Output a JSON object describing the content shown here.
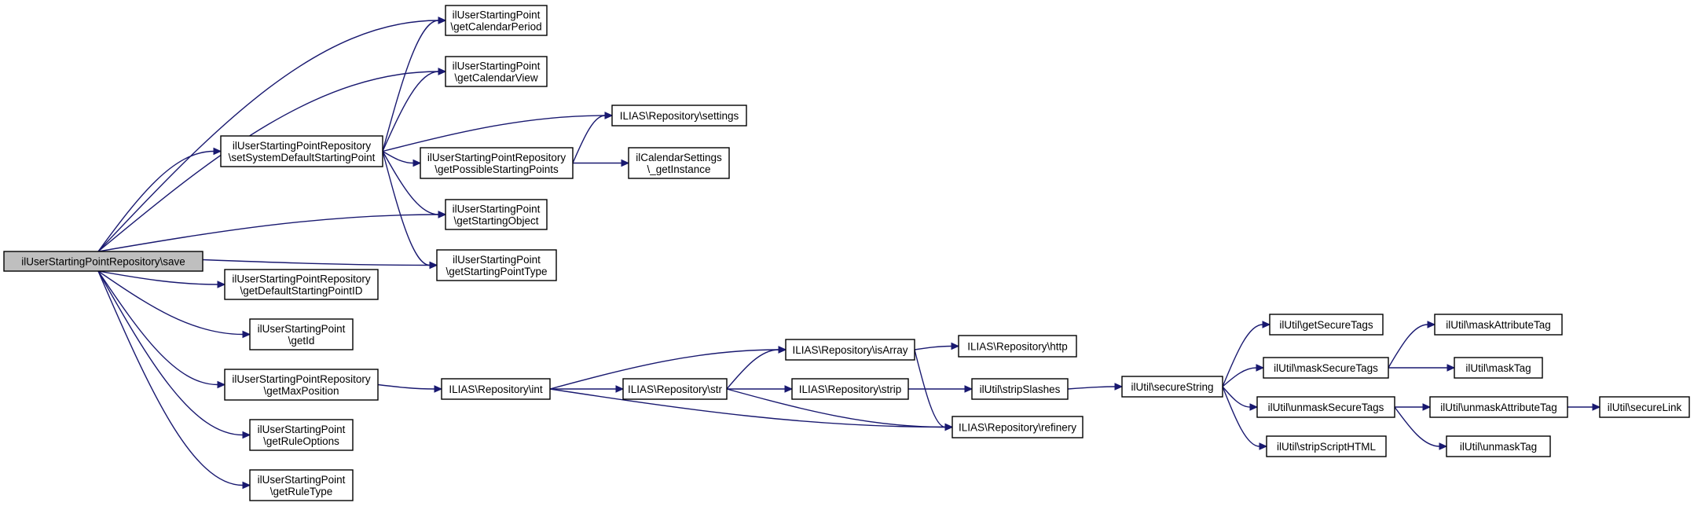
{
  "graph": {
    "edge_color": "#191970",
    "root_fill": "#bfbfbf",
    "nodes": [
      {
        "id": "save",
        "lines": [
          "ilUserStartingPointRepository\\save"
        ],
        "root": true
      },
      {
        "id": "getCalendarPeriod",
        "lines": [
          "ilUserStartingPoint",
          "\\getCalendarPeriod"
        ]
      },
      {
        "id": "getCalendarView",
        "lines": [
          "ilUserStartingPoint",
          "\\getCalendarView"
        ]
      },
      {
        "id": "setSystemDefault",
        "lines": [
          "ilUserStartingPointRepository",
          "\\setSystemDefaultStartingPoint"
        ]
      },
      {
        "id": "settings",
        "lines": [
          "ILIAS\\Repository\\settings"
        ]
      },
      {
        "id": "getPossible",
        "lines": [
          "ilUserStartingPointRepository",
          "\\getPossibleStartingPoints"
        ]
      },
      {
        "id": "calSettings",
        "lines": [
          "ilCalendarSettings",
          "\\_getInstance"
        ]
      },
      {
        "id": "getStartingObject",
        "lines": [
          "ilUserStartingPoint",
          "\\getStartingObject"
        ]
      },
      {
        "id": "getStartingPointType",
        "lines": [
          "ilUserStartingPoint",
          "\\getStartingPointType"
        ]
      },
      {
        "id": "getDefaultID",
        "lines": [
          "ilUserStartingPointRepository",
          "\\getDefaultStartingPointID"
        ]
      },
      {
        "id": "getId",
        "lines": [
          "ilUserStartingPoint",
          "\\getId"
        ]
      },
      {
        "id": "getMaxPosition",
        "lines": [
          "ilUserStartingPointRepository",
          "\\getMaxPosition"
        ]
      },
      {
        "id": "getRuleOptions",
        "lines": [
          "ilUserStartingPoint",
          "\\getRuleOptions"
        ]
      },
      {
        "id": "getRuleType",
        "lines": [
          "ilUserStartingPoint",
          "\\getRuleType"
        ]
      },
      {
        "id": "int",
        "lines": [
          "ILIAS\\Repository\\int"
        ]
      },
      {
        "id": "str",
        "lines": [
          "ILIAS\\Repository\\str"
        ]
      },
      {
        "id": "isArray",
        "lines": [
          "ILIAS\\Repository\\isArray"
        ]
      },
      {
        "id": "http",
        "lines": [
          "ILIAS\\Repository\\http"
        ]
      },
      {
        "id": "strip",
        "lines": [
          "ILIAS\\Repository\\strip"
        ]
      },
      {
        "id": "refinery",
        "lines": [
          "ILIAS\\Repository\\refinery"
        ]
      },
      {
        "id": "stripSlashes",
        "lines": [
          "ilUtil\\stripSlashes"
        ]
      },
      {
        "id": "secureString",
        "lines": [
          "ilUtil\\secureString"
        ]
      },
      {
        "id": "getSecureTags",
        "lines": [
          "ilUtil\\getSecureTags"
        ]
      },
      {
        "id": "maskSecureTags",
        "lines": [
          "ilUtil\\maskSecureTags"
        ]
      },
      {
        "id": "unmaskSecureTags",
        "lines": [
          "ilUtil\\unmaskSecureTags"
        ]
      },
      {
        "id": "stripScriptHTML",
        "lines": [
          "ilUtil\\stripScriptHTML"
        ]
      },
      {
        "id": "maskAttributeTag",
        "lines": [
          "ilUtil\\maskAttributeTag"
        ]
      },
      {
        "id": "maskTag",
        "lines": [
          "ilUtil\\maskTag"
        ]
      },
      {
        "id": "unmaskAttributeTag",
        "lines": [
          "ilUtil\\unmaskAttributeTag"
        ]
      },
      {
        "id": "unmaskTag",
        "lines": [
          "ilUtil\\unmaskTag"
        ]
      },
      {
        "id": "secureLink",
        "lines": [
          "ilUtil\\secureLink"
        ]
      }
    ],
    "edges": [
      [
        "save",
        "getCalendarPeriod"
      ],
      [
        "save",
        "getCalendarView"
      ],
      [
        "save",
        "setSystemDefault"
      ],
      [
        "save",
        "getStartingObject"
      ],
      [
        "save",
        "getStartingPointType"
      ],
      [
        "save",
        "getDefaultID"
      ],
      [
        "save",
        "getId"
      ],
      [
        "save",
        "getMaxPosition"
      ],
      [
        "save",
        "getRuleOptions"
      ],
      [
        "save",
        "getRuleType"
      ],
      [
        "setSystemDefault",
        "getCalendarPeriod"
      ],
      [
        "setSystemDefault",
        "getCalendarView"
      ],
      [
        "setSystemDefault",
        "settings"
      ],
      [
        "setSystemDefault",
        "getPossible"
      ],
      [
        "setSystemDefault",
        "getStartingObject"
      ],
      [
        "setSystemDefault",
        "getStartingPointType"
      ],
      [
        "getPossible",
        "settings"
      ],
      [
        "getPossible",
        "calSettings"
      ],
      [
        "getMaxPosition",
        "int"
      ],
      [
        "int",
        "isArray"
      ],
      [
        "int",
        "str"
      ],
      [
        "int",
        "refinery"
      ],
      [
        "str",
        "isArray"
      ],
      [
        "str",
        "strip"
      ],
      [
        "str",
        "refinery"
      ],
      [
        "isArray",
        "http"
      ],
      [
        "isArray",
        "refinery"
      ],
      [
        "strip",
        "stripSlashes"
      ],
      [
        "stripSlashes",
        "secureString"
      ],
      [
        "secureString",
        "getSecureTags"
      ],
      [
        "secureString",
        "maskSecureTags"
      ],
      [
        "secureString",
        "unmaskSecureTags"
      ],
      [
        "secureString",
        "stripScriptHTML"
      ],
      [
        "maskSecureTags",
        "maskAttributeTag"
      ],
      [
        "maskSecureTags",
        "maskTag"
      ],
      [
        "unmaskSecureTags",
        "unmaskAttributeTag"
      ],
      [
        "unmaskSecureTags",
        "unmaskTag"
      ],
      [
        "unmaskAttributeTag",
        "secureLink"
      ]
    ]
  }
}
